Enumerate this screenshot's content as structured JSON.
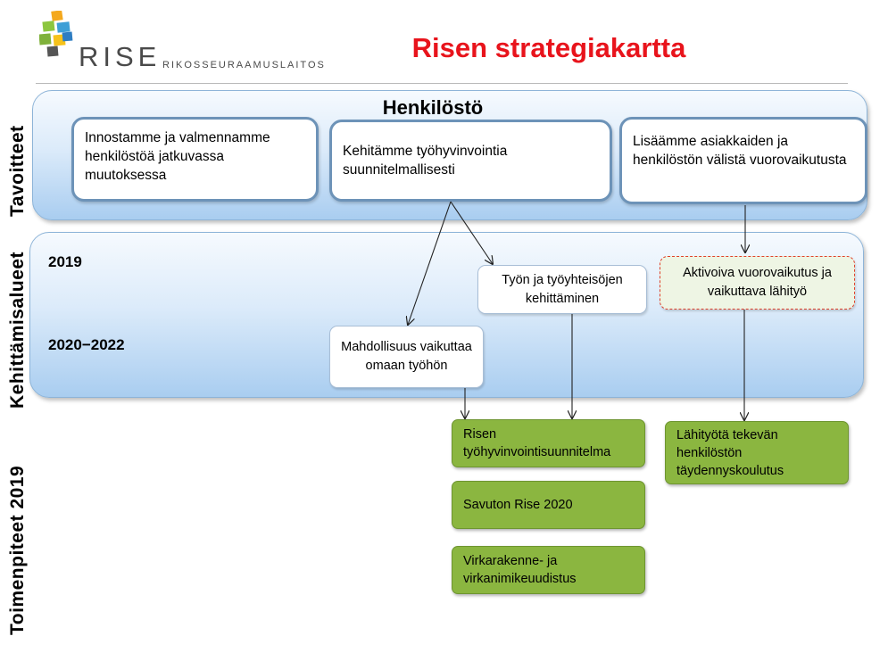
{
  "header": {
    "logo_name": "RISE",
    "logo_subtitle": "RIKOSSEURAAMUSLAITOS",
    "title": "Risen strategiakartta"
  },
  "rows": {
    "goals_label": "Tavoitteet",
    "development_label": "Kehittämisalueet",
    "actions_label": "Toimenpiteet 2019"
  },
  "goals": {
    "section_title": "Henkilöstö",
    "items": [
      "Innostamme  ja valmennamme henkilöstöä jatkuvassa muutoksessa",
      "Kehitämme työhyvinvointia suunnitelmallisesti",
      "Lisäämme asiakkaiden ja henkilöstön välistä vuorovaikutusta"
    ]
  },
  "development": {
    "year_2019": "2019",
    "year_2020_2022": "2020−2022",
    "items": [
      "Työn ja työyhteisöjen kehittäminen",
      "Aktivoiva  vuorovaikutus ja vaikuttava  lähityö",
      "Mahdollisuus vaikuttaa  omaan työhön"
    ]
  },
  "actions": {
    "items": [
      "Risen työhyvinvointisuunnitelma",
      "Savuton Rise 2020",
      "Virkarakenne- ja virkanimikeuudistus",
      "Lähityötä tekevän henkilöstön täydennyskoulutus"
    ]
  },
  "colors": {
    "title": "#e8141c",
    "action_box": "#8bb640",
    "band_border": "#8db4d8",
    "goal_border": "#6d93b8"
  }
}
